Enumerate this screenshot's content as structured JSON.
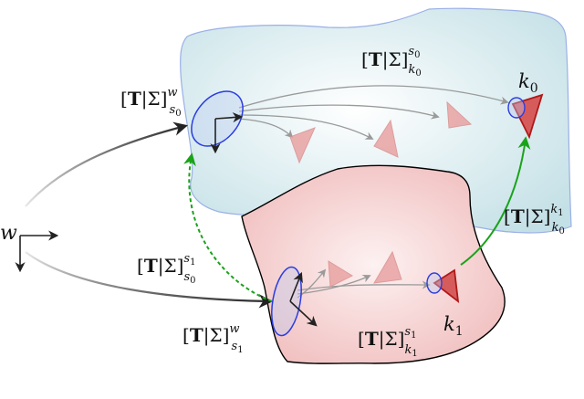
{
  "labels": {
    "world": "w",
    "keyframe_0": "k",
    "keyframe_0_sub": "0",
    "keyframe_1": "k",
    "keyframe_1_sub": "1",
    "pose_s0_w": {
      "sup": "w",
      "sub": "s",
      "sub2": "0"
    },
    "pose_s0_k0": {
      "sup": "s",
      "sup2": "0",
      "sub": "k",
      "sub2": "0"
    },
    "pose_s1_s0": {
      "sup": "s",
      "sup2": "1",
      "sub": "s",
      "sub2": "0"
    },
    "pose_s1_w": {
      "sup": "w",
      "sub": "s",
      "sub2": "1"
    },
    "pose_s1_k1": {
      "sup": "s",
      "sup2": "1",
      "sub": "k",
      "sub2": "1"
    },
    "pose_k1_k0": {
      "sup": "k",
      "sup2": "1",
      "sub": "k",
      "sub2": "0"
    }
  },
  "colors": {
    "region_blue_fill": "#cfe6ea",
    "region_blue_stroke": "#9ab0e6",
    "region_red_fill": "#f1bfbf",
    "region_red_stroke": "#000000",
    "ellipse": "#2b3de0",
    "triangle_fill": "#e9a3a3",
    "triangle_stroke": "#cc3b3b",
    "green": "#1aa31a",
    "arrow_gray": "#9a9a9a",
    "arrow_dark": "#2a2a2a"
  },
  "icons": [
    "world-frame-icon",
    "camera-frame-icon",
    "keyframe-triangle-icon"
  ]
}
